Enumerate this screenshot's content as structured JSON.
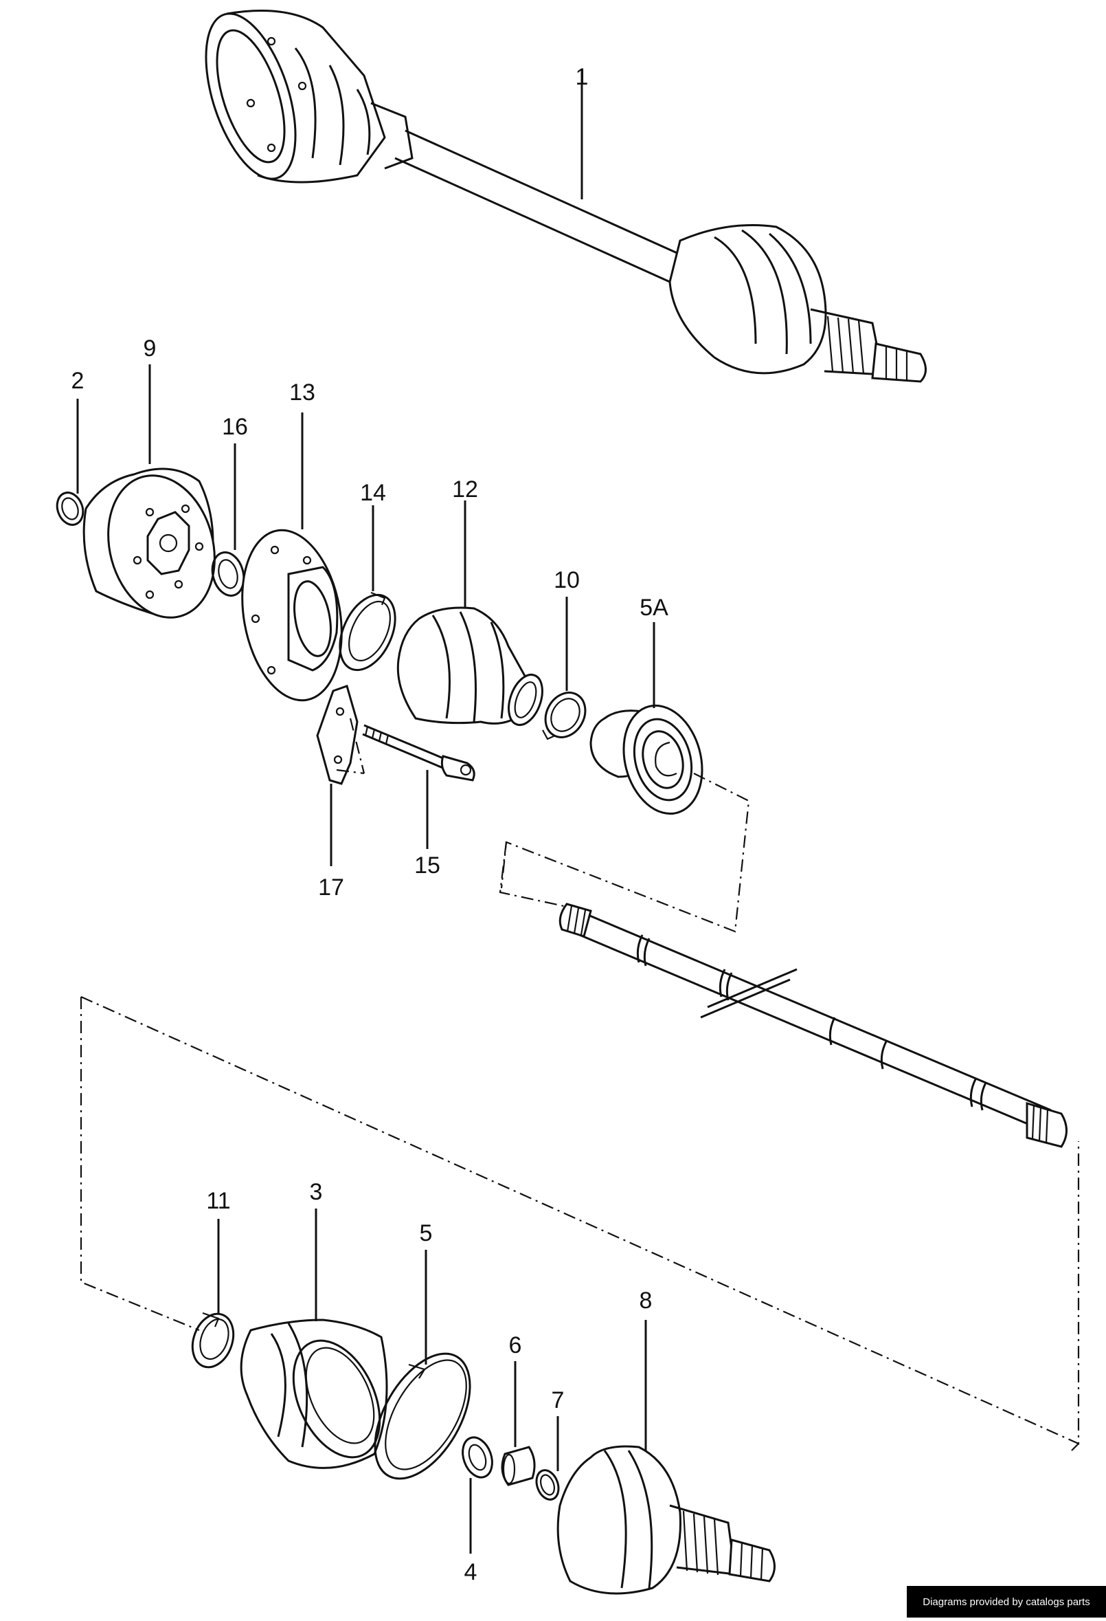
{
  "callouts": {
    "c1": "1",
    "c2": "2",
    "c3": "3",
    "c4": "4",
    "c5": "5",
    "c5a": "5A",
    "c6": "6",
    "c7": "7",
    "c8": "8",
    "c9": "9",
    "c10": "10",
    "c11": "11",
    "c12": "12",
    "c13": "13",
    "c14": "14",
    "c15": "15",
    "c16": "16",
    "c17": "17"
  },
  "credit": "Diagrams provided by catalogs parts"
}
